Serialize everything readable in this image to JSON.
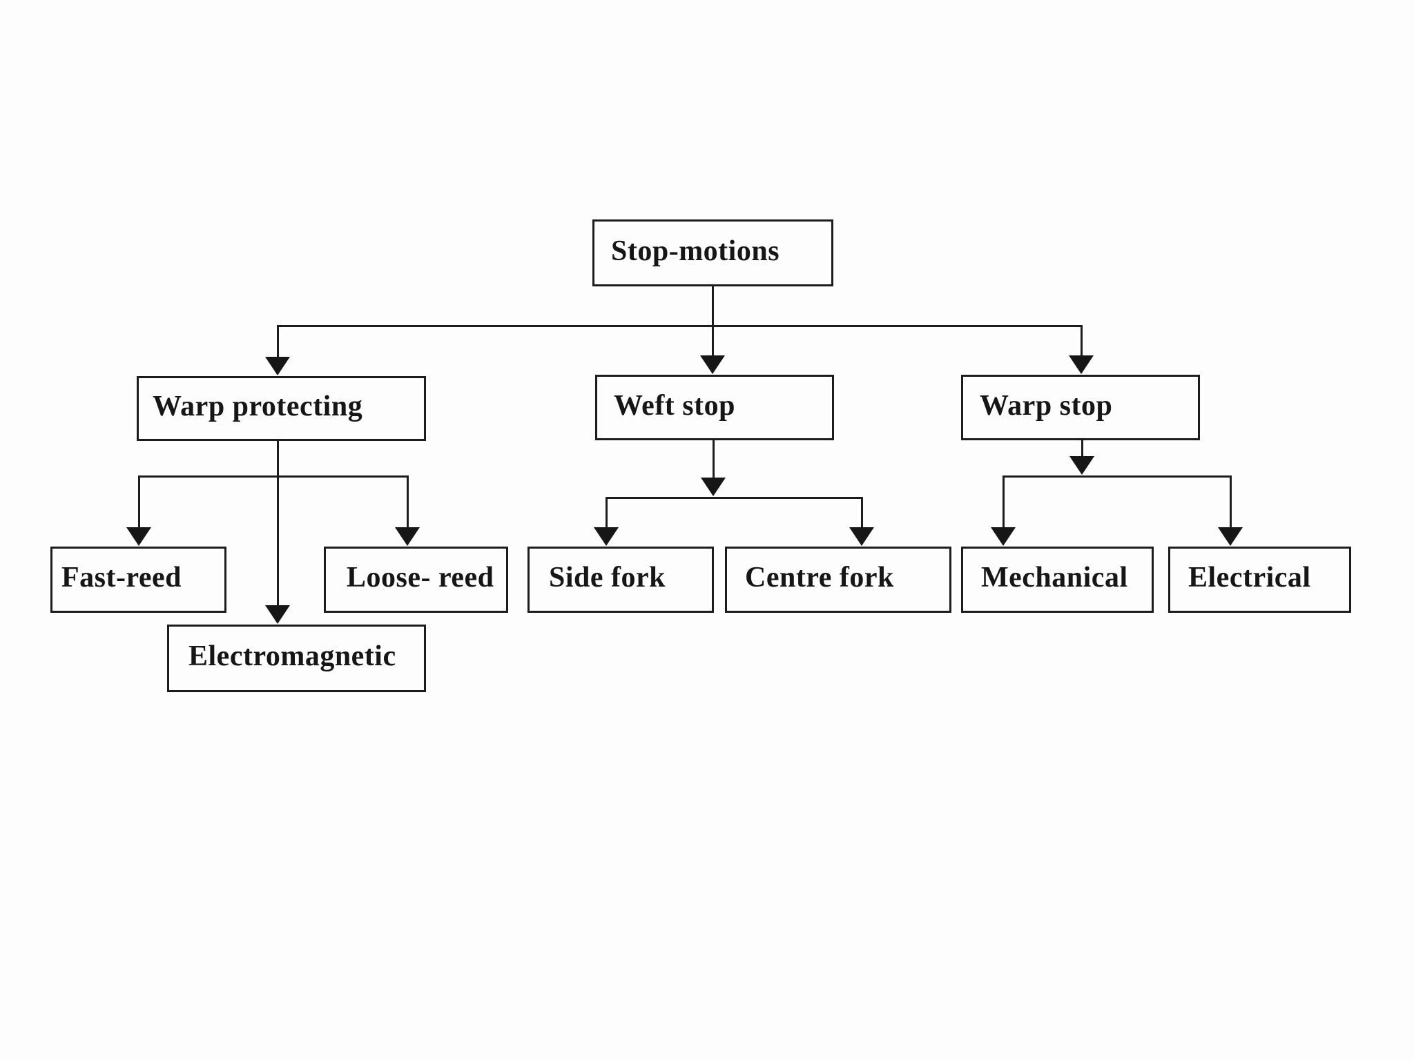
{
  "diagram": {
    "type": "tree",
    "root": {
      "label": "Stop-motions"
    },
    "branches": [
      {
        "label": "Warp protecting",
        "children": [
          {
            "label": "Fast-reed"
          },
          {
            "label": "Loose- reed"
          },
          {
            "label": "Electromagnetic"
          }
        ]
      },
      {
        "label": "Weft stop",
        "children": [
          {
            "label": "Side fork"
          },
          {
            "label": "Centre fork"
          }
        ]
      },
      {
        "label": "Warp stop",
        "children": [
          {
            "label": "Mechanical"
          },
          {
            "label": "Electrical"
          }
        ]
      }
    ],
    "colors": {
      "line": "#1c1c1c",
      "box_border": "#1c1c1c",
      "box_fill": "#fdfdfd",
      "text": "#161616",
      "background": "#fdfdfd"
    }
  }
}
